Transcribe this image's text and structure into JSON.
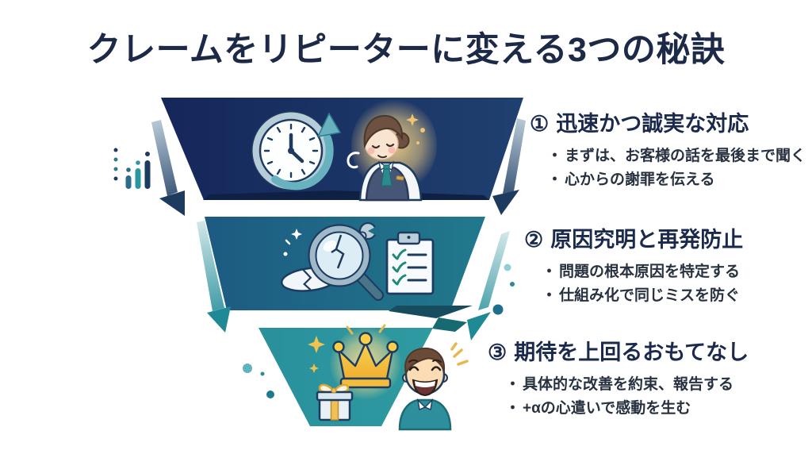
{
  "title": "クレームをリピーターに変える3つの秘訣",
  "ui": {
    "bullet_char": "・"
  },
  "points": [
    {
      "number": "①",
      "heading": "迅速かつ誠実な対応",
      "bullets": [
        "まずは、お客様の話を最後まで聞く",
        "心からの謝罪を伝える"
      ]
    },
    {
      "number": "②",
      "heading": "原因究明と再発防止",
      "bullets": [
        "問題の根本原因を特定する",
        "仕組み化で同じミスを防ぐ"
      ]
    },
    {
      "number": "③",
      "heading": "期待を上回るおもてなし",
      "bullets": [
        "具体的な改善を約束、報告する",
        "+αの心遣いで感動を生む"
      ]
    }
  ],
  "funnel": {
    "tiers": [
      {
        "id": 1,
        "color_left": "#15265a",
        "color_right": "#1f4070",
        "icons": [
          "clock-turnaround-icon",
          "bowing-staff-icon"
        ]
      },
      {
        "id": 2,
        "color_left": "#1d5a82",
        "color_right": "#21798c",
        "icons": [
          "wrench-icon",
          "magnifier-broken-plate-icon",
          "checklist-clipboard-icon"
        ]
      },
      {
        "id": 3,
        "color_left": "#29909c",
        "color_right": "#2f9aa0",
        "icons": [
          "crown-icon",
          "gift-icon",
          "happy-customer-icon"
        ]
      }
    ]
  },
  "colors": {
    "background": "#ffffff",
    "title_text": "#1c2947",
    "heading_text": "#1b2a4c",
    "body_text": "#27313f",
    "arrow_navy": "#1d3a5f",
    "arrow_teal": "#1f8a96",
    "accent_gold": "#edc05a"
  }
}
